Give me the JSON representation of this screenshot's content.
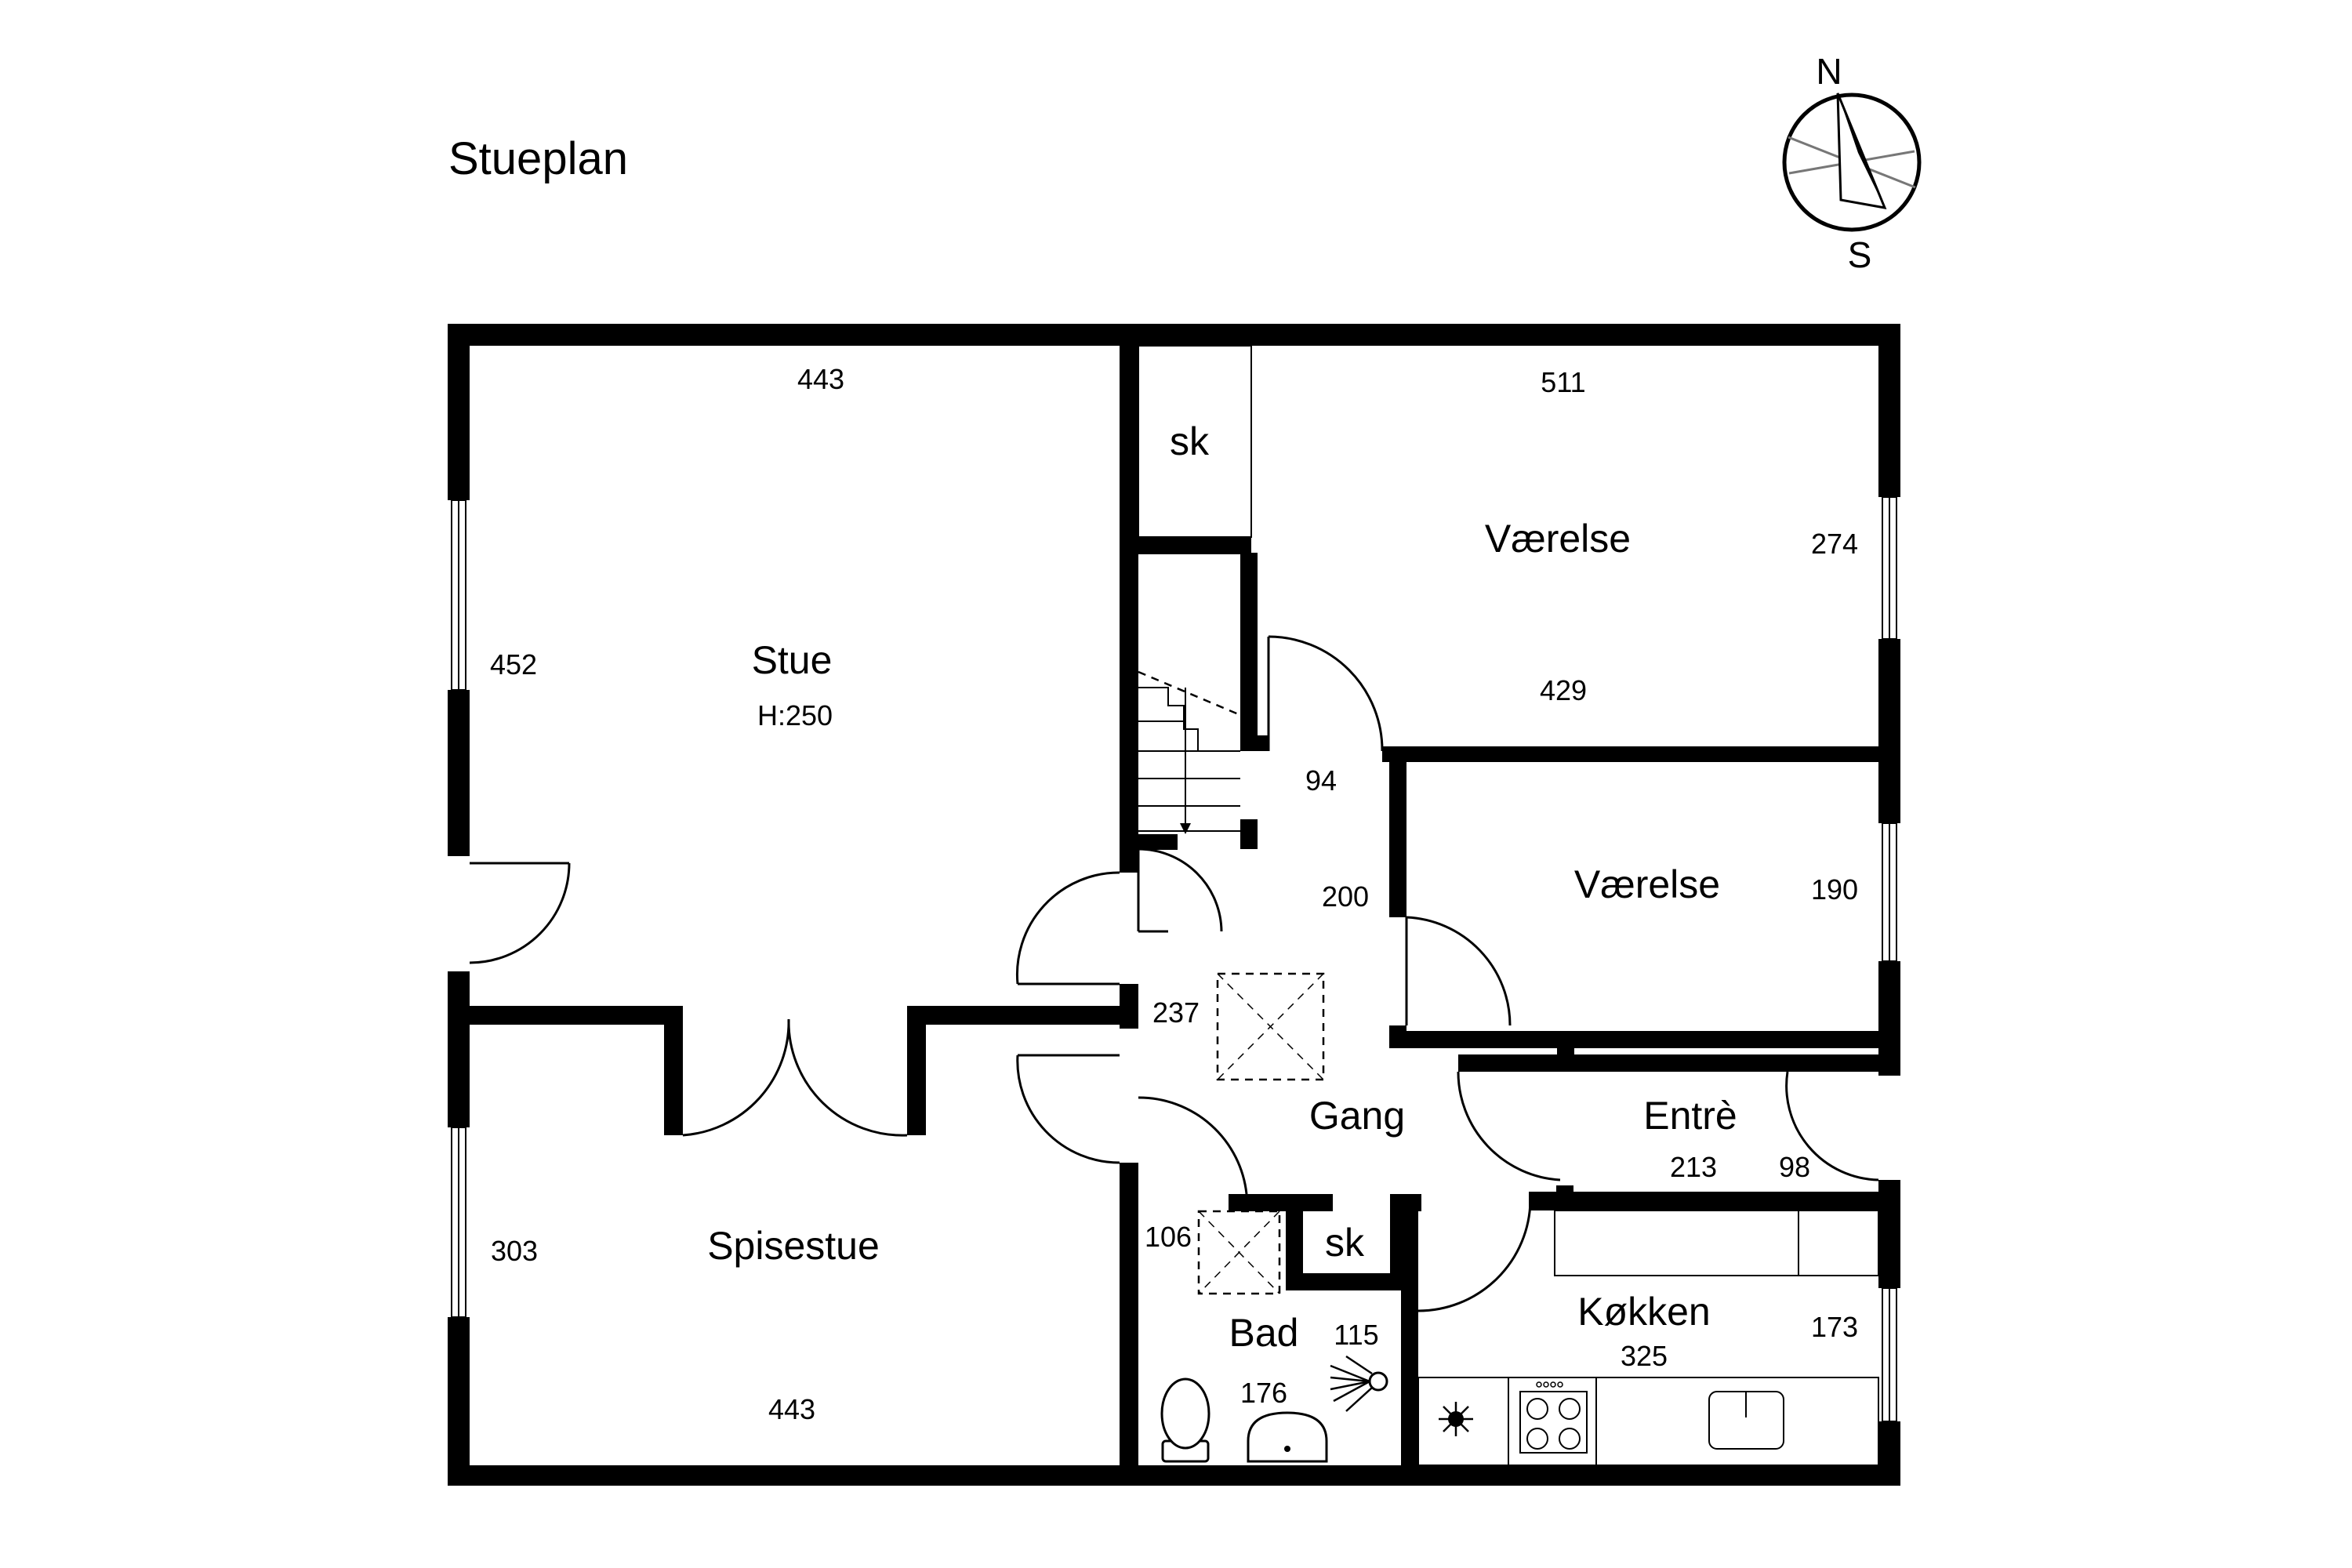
{
  "title": "Stueplan",
  "compass": {
    "north": "N",
    "south": "S"
  },
  "rooms": {
    "stue": {
      "name": "Stue",
      "height": "H:250",
      "width": "443",
      "depth": "452"
    },
    "spisestue": {
      "name": "Spisestue",
      "width": "443",
      "depth": "303"
    },
    "closet_top": {
      "name": "sk"
    },
    "closet_bath": {
      "name": "sk"
    },
    "vaerelse_1": {
      "name": "Værelse",
      "width_top": "511",
      "width_bottom": "429",
      "depth": "274"
    },
    "vaerelse_2": {
      "name": "Værelse",
      "depth": "190"
    },
    "gang": {
      "name": "Gang",
      "dim_a": "94",
      "dim_b": "200",
      "dim_c": "237"
    },
    "entre": {
      "name": "Entrè",
      "width": "213",
      "depth": "98"
    },
    "bad": {
      "name": "Bad",
      "dim_a": "106",
      "dim_b": "115",
      "dim_c": "176"
    },
    "koekken": {
      "name": "Køkken",
      "width": "325",
      "depth": "173"
    }
  }
}
